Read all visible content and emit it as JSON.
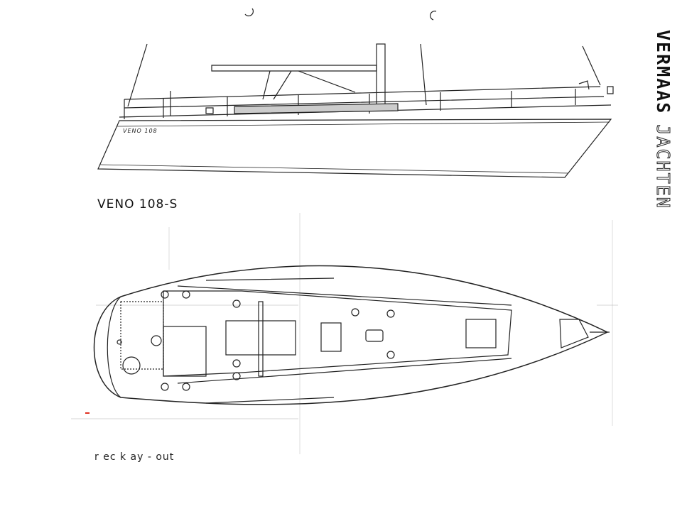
{
  "title": {
    "model": "VENO 108-S"
  },
  "hull_lettering": "VENO 108",
  "logo": {
    "word1": "VERMAAS",
    "word2": "JACHTEN"
  },
  "caption": "r ec k   ay - out",
  "colors": {
    "ink": "#111111",
    "paper": "#ffffff",
    "mark": "#e03020"
  }
}
